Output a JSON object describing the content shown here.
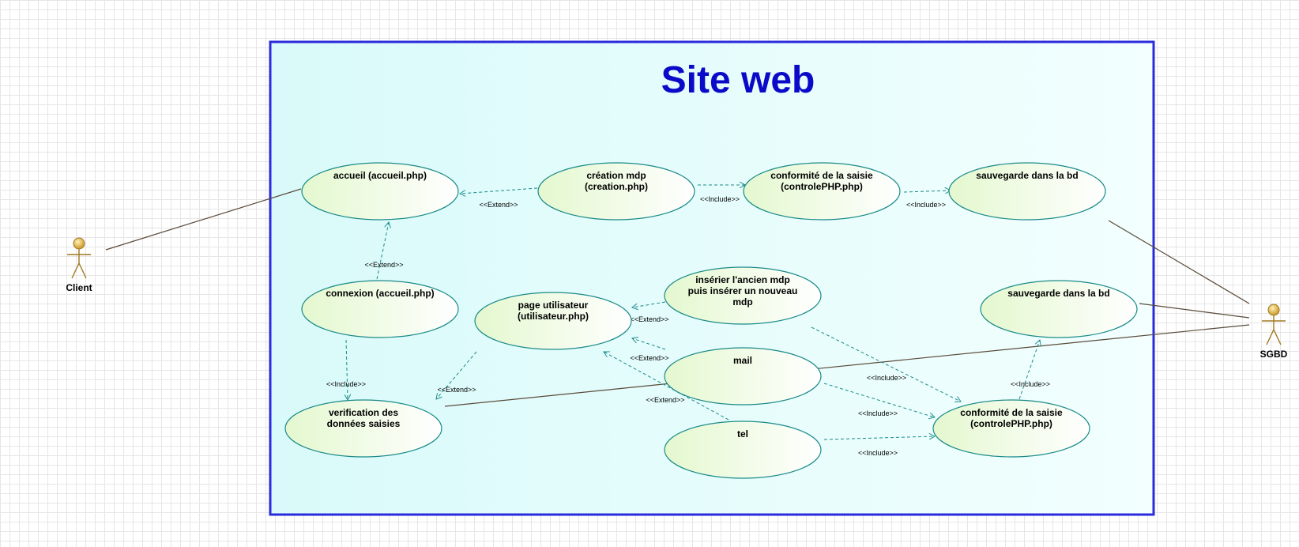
{
  "system": {
    "title": "Site web"
  },
  "actors": [
    {
      "id": "client",
      "label": "Client"
    },
    {
      "id": "sgbd",
      "label": "SGBD"
    }
  ],
  "use_cases": [
    {
      "id": "accueil",
      "lines": [
        "accueil (accueil.php)"
      ]
    },
    {
      "id": "creation_mdp",
      "lines": [
        "création mdp",
        "(creation.php)"
      ]
    },
    {
      "id": "conformite_1",
      "lines": [
        "conformité de la saisie",
        "(controlePHP.php)"
      ]
    },
    {
      "id": "sauvegarde_1",
      "lines": [
        "sauvegarde dans la bd"
      ]
    },
    {
      "id": "connexion",
      "lines": [
        "connexion (accueil.php)"
      ]
    },
    {
      "id": "page_utilisateur",
      "lines": [
        "page utilisateur",
        "(utilisateur.php)"
      ]
    },
    {
      "id": "inserer_mdp",
      "lines": [
        "insérier l'ancien mdp",
        "puis insérer un nouveau",
        "mdp"
      ]
    },
    {
      "id": "sauvegarde_2",
      "lines": [
        "sauvegarde dans la bd"
      ]
    },
    {
      "id": "mail",
      "lines": [
        "mail"
      ]
    },
    {
      "id": "verification",
      "lines": [
        "verification des",
        "données saisies"
      ]
    },
    {
      "id": "tel",
      "lines": [
        "tel"
      ]
    },
    {
      "id": "conformite_2",
      "lines": [
        "conformité de la saisie",
        "(controlePHP.php)"
      ]
    }
  ],
  "stereotypes": {
    "extend": "<<Extend>>",
    "include": "<<Include>>"
  },
  "relations": [
    {
      "type": "extend",
      "from": "creation_mdp",
      "to": "accueil"
    },
    {
      "type": "include",
      "from": "creation_mdp",
      "to": "conformite_1"
    },
    {
      "type": "include",
      "from": "conformite_1",
      "to": "sauvegarde_1"
    },
    {
      "type": "extend",
      "from": "connexion",
      "to": "accueil"
    },
    {
      "type": "include",
      "from": "connexion",
      "to": "verification"
    },
    {
      "type": "extend",
      "from": "page_utilisateur",
      "to": "verification"
    },
    {
      "type": "extend",
      "from": "inserer_mdp",
      "to": "page_utilisateur"
    },
    {
      "type": "extend",
      "from": "mail",
      "to": "page_utilisateur"
    },
    {
      "type": "extend",
      "from": "tel",
      "to": "page_utilisateur"
    },
    {
      "type": "include",
      "from": "inserer_mdp",
      "to": "conformite_2"
    },
    {
      "type": "include",
      "from": "mail",
      "to": "conformite_2"
    },
    {
      "type": "include",
      "from": "tel",
      "to": "conformite_2"
    },
    {
      "type": "include",
      "from": "conformite_2",
      "to": "sauvegarde_2"
    }
  ],
  "associations": [
    {
      "actor": "client",
      "use_case": "accueil"
    },
    {
      "actor": "sgbd",
      "use_case": "sauvegarde_1"
    },
    {
      "actor": "sgbd",
      "use_case": "sauvegarde_2"
    },
    {
      "actor": "sgbd",
      "use_case": "verification"
    }
  ],
  "colors": {
    "system_border": "#2b2bdb",
    "system_title": "#0a0ac8",
    "system_fill_start": "#d9fafa",
    "system_fill_end": "#f2fffe",
    "use_case_fill_start": "#e4f8cf",
    "use_case_fill_end": "#ffffff",
    "use_case_stroke": "#1b8a8a",
    "dependency": "#1b8a8a",
    "association": "#5a4a3a",
    "actor_fill": "#e0b040",
    "actor_stroke": "#a07820"
  }
}
